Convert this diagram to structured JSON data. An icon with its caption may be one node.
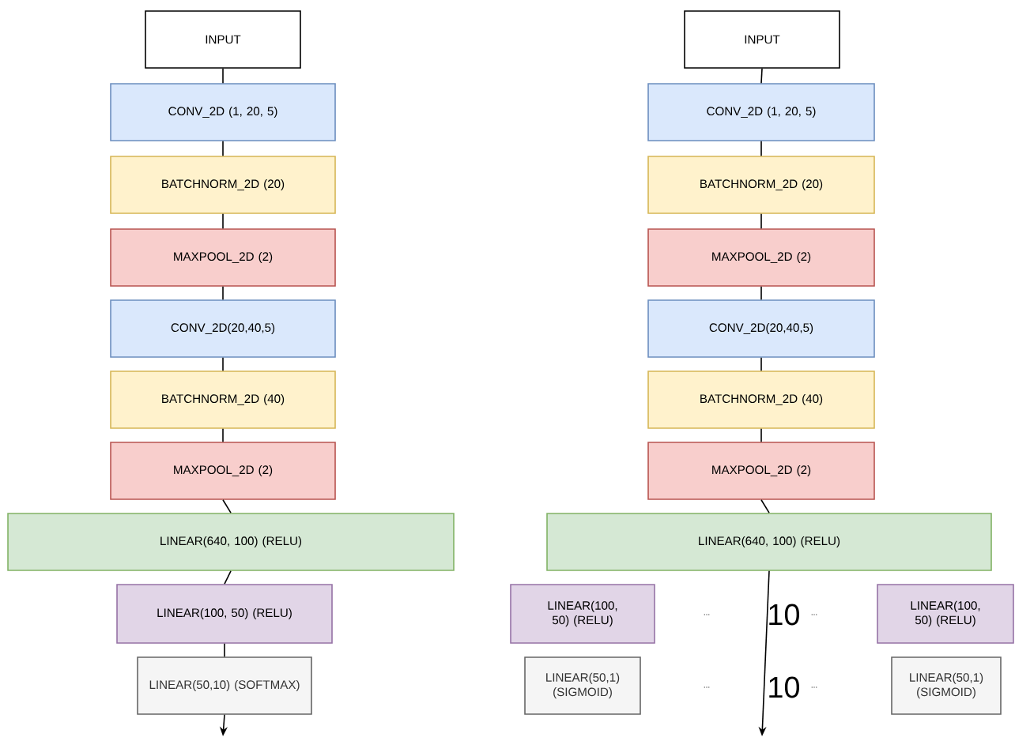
{
  "diagram": {
    "nodes": [
      {
        "text": [
          "INPUT"
        ]
      },
      {
        "text": [
          "CONV_2D (1, 20, 5)"
        ]
      },
      {
        "text": [
          "BATCHNORM_2D (20)"
        ]
      },
      {
        "text": [
          "MAXPOOL_2D (2)"
        ]
      },
      {
        "text": [
          "CONV_2D(20,40,5)"
        ]
      },
      {
        "text": [
          "BATCHNORM_2D (40)"
        ]
      },
      {
        "text": [
          "MAXPOOL_2D (2)"
        ]
      },
      {
        "text": [
          "LINEAR(640, 100) (RELU)"
        ]
      },
      {
        "text": [
          "LINEAR(100, 50) (RELU)"
        ]
      },
      {
        "text": [
          "LINEAR(50,10) (SOFTMAX)"
        ]
      },
      {
        "text": [
          "INPUT"
        ]
      },
      {
        "text": [
          "CONV_2D (1, 20, 5)"
        ]
      },
      {
        "text": [
          "BATCHNORM_2D (20)"
        ]
      },
      {
        "text": [
          "MAXPOOL_2D (2)"
        ]
      },
      {
        "text": [
          "CONV_2D(20,40,5)"
        ]
      },
      {
        "text": [
          "BATCHNORM_2D (40)"
        ]
      },
      {
        "text": [
          "MAXPOOL_2D (2)"
        ]
      },
      {
        "text": [
          "LINEAR(640, 100) (RELU)"
        ]
      },
      {
        "text": [
          "LINEAR(100, 50) (RELU)"
        ]
      },
      {
        "text": [
          "LINEAR(100, 50) (RELU)"
        ]
      },
      {
        "text": [
          "LINEAR(50,1) (SIGMOID)"
        ]
      },
      {
        "text": [
          "LINEAR(50,1) (SIGMOID)"
        ]
      }
    ],
    "edges": [
      {
        "from": 0,
        "to": 1,
        "arrow": "none"
      },
      {
        "from": 1,
        "to": 2,
        "arrow": "none"
      },
      {
        "from": 2,
        "to": 3,
        "arrow": "none"
      },
      {
        "from": 3,
        "to": 4,
        "arrow": "none"
      },
      {
        "from": 4,
        "to": 5,
        "arrow": "none"
      },
      {
        "from": 5,
        "to": 6,
        "arrow": "none"
      },
      {
        "from": 6,
        "to": 7,
        "arrow": "none"
      },
      {
        "from": 7,
        "to": 8,
        "arrow": "none"
      },
      {
        "from": 8,
        "to": 9,
        "arrow": "none"
      },
      {
        "from": 9,
        "to": null,
        "arrow": "to"
      },
      {
        "from": 10,
        "to": 11,
        "arrow": "none"
      },
      {
        "from": 11,
        "to": 12,
        "arrow": "none"
      },
      {
        "from": 12,
        "to": 13,
        "arrow": "none"
      },
      {
        "from": 13,
        "to": 14,
        "arrow": "none"
      },
      {
        "from": 14,
        "to": 15,
        "arrow": "none"
      },
      {
        "from": 15,
        "to": 16,
        "arrow": "none"
      },
      {
        "from": 16,
        "to": 17,
        "arrow": "none"
      },
      {
        "from": 17,
        "to": null,
        "arrow": "to"
      }
    ],
    "labels": [
      "...",
      "10",
      "...",
      "...",
      "10",
      "..."
    ]
  }
}
